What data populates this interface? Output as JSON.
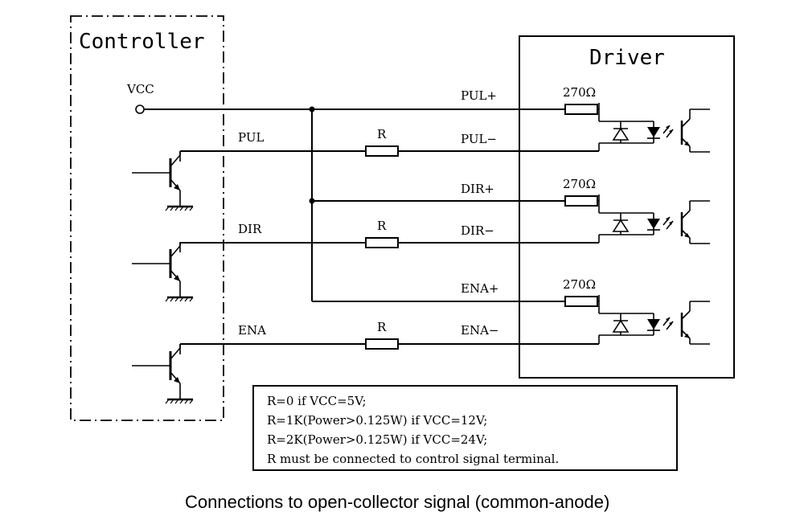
{
  "controller": {
    "title": "Controller",
    "vcc_label": "VCC",
    "signals": [
      "PUL",
      "DIR",
      "ENA"
    ]
  },
  "driver": {
    "title": "Driver",
    "resistor_value": "270Ω"
  },
  "terminals": {
    "pul_plus": "PUL+",
    "pul_minus": "PUL−",
    "dir_plus": "DIR+",
    "dir_minus": "DIR−",
    "ena_plus": "ENA+",
    "ena_minus": "ENA−"
  },
  "resistor_label": "R",
  "notes": [
    "R=0 if VCC=5V;",
    "R=1K(Power>0.125W) if VCC=12V;",
    "R=2K(Power>0.125W) if VCC=24V;",
    "R must be connected to control signal terminal."
  ],
  "caption": "Connections to open-collector signal (common-anode)"
}
